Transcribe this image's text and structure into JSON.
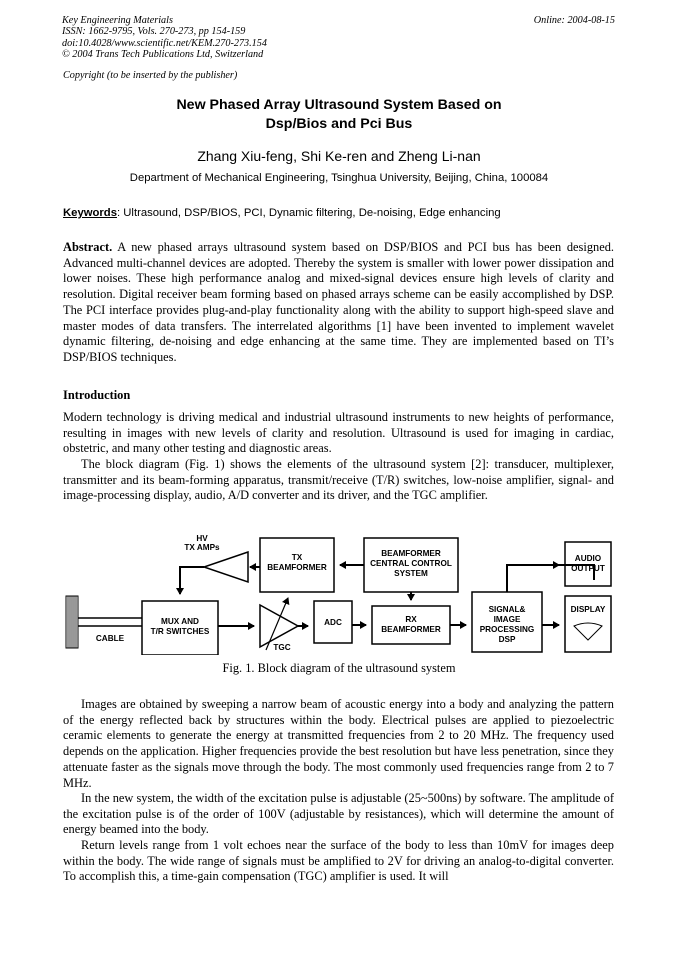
{
  "header": {
    "journal": "Key Engineering Materials",
    "issn": "ISSN: 1662-9795, Vols. 270-273, pp 154-159",
    "doi": "doi:10.4028/www.scientific.net/KEM.270-273.154",
    "publisher": "© 2004 Trans Tech Publications Ltd, Switzerland",
    "online": "Online: 2004-08-15",
    "copyright": "Copyright (to be inserted by the publisher)"
  },
  "paper": {
    "title_line1": "New Phased Array Ultrasound System Based on",
    "title_line2": "Dsp/Bios and Pci Bus",
    "authors": "Zhang Xiu-feng, Shi Ke-ren and Zheng Li-nan",
    "affiliation": "Department of Mechanical Engineering, Tsinghua University, Beijing, China, 100084",
    "keywords_label": "Keywords",
    "keywords": ": Ultrasound, DSP/BIOS, PCI, Dynamic filtering, De-noising, Edge enhancing"
  },
  "abstract": {
    "label": "Abstract.",
    "text": " A new phased arrays ultrasound system based on DSP/BIOS and PCI bus has been designed. Advanced multi-channel devices are adopted. Thereby the system is smaller with lower power dissipation and lower noises. These high performance analog and mixed-signal devices ensure high levels of clarity and resolution. Digital receiver beam forming based on phased arrays scheme can be easily accomplished by DSP. The PCI interface provides plug-and-play functionality along with the ability to support high-speed slave and master modes of data transfers. The interrelated algorithms [1] have been invented to implement wavelet dynamic filtering, de-noising and edge enhancing at the same time. They are implemented based on TI’s DSP/BIOS techniques."
  },
  "introduction": {
    "heading": "Introduction",
    "p1": "Modern technology is driving medical and industrial ultrasound instruments to new heights of performance, resulting in images with new levels of clarity and resolution. Ultrasound is used for imaging in cardiac, obstetric, and many other testing and diagnostic areas.",
    "p2": "The block diagram (Fig. 1) shows the elements of the ultrasound system [2]: transducer, multiplexer, transmitter and its beam-forming apparatus, transmit/receive (T/R) switches, low-noise amplifier, signal- and image-processing display, audio, A/D converter and its driver, and the TGC amplifier."
  },
  "figure": {
    "caption": "Fig. 1. Block diagram of the ultrasound system",
    "hv_line1": "HV",
    "hv_line2": "TX AMPs",
    "tx_line1": "TX",
    "tx_line2": "BEAMFORMER",
    "bcc_line1": "BEAMFORMER",
    "bcc_line2": "CENTRAL CONTROL",
    "bcc_line3": "SYSTEM",
    "audio_line1": "AUDIO",
    "audio_line2": "OUTPUT",
    "mux_line1": "MUX AND",
    "mux_line2": "T/R SWITCHES",
    "cable": "CABLE",
    "tgc": "TGC",
    "adc": "ADC",
    "rx_line1": "RX",
    "rx_line2": "BEAMFORMER",
    "sig_line1": "SIGNAL&",
    "sig_line2": "IMAGE",
    "sig_line3": "PROCESSING",
    "sig_line4": "DSP",
    "display": "DISPLAY"
  },
  "body": {
    "p3": "Images are obtained by sweeping a narrow beam of acoustic energy into a body and analyzing the pattern of the energy reflected back by structures within the body. Electrical pulses are applied to piezoelectric ceramic elements to generate the energy at transmitted frequencies from 2 to 20 MHz. The frequency used depends on the application. Higher frequencies provide the best resolution but have less penetration, since they attenuate faster as the signals move through the body. The most commonly used frequencies range from 2 to 7 MHz.",
    "p4": "In the new system, the width of the excitation pulse is adjustable (25~500ns) by software. The amplitude of the excitation pulse is of the order of 100V (adjustable by resistances), which will determine the amount of energy beamed into the body.",
    "p5": "Return levels range from 1 volt echoes near the surface of the body to less than 10mV for images deep within the body. The wide range of signals must be amplified to 2V for driving an analog-to-digital converter. To accomplish this, a time-gain compensation (TGC) amplifier is used. It will"
  }
}
